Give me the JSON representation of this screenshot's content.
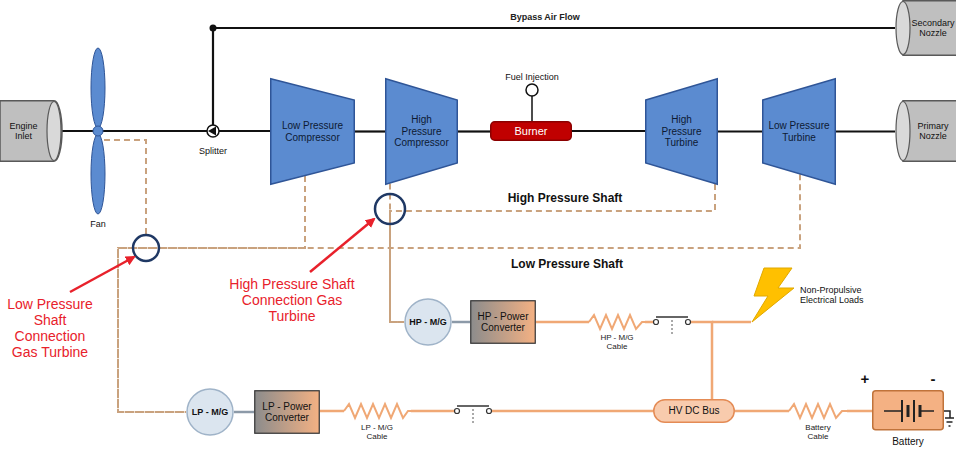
{
  "diagram": {
    "nodes": [
      {
        "text": [
          "Engine Inlet"
        ]
      },
      {
        "text": [
          "Low Pressure Compressor"
        ]
      },
      {
        "text": [
          "High Pressure Compressor"
        ]
      },
      {
        "text": [
          "Burner"
        ]
      },
      {
        "text": [
          "High Pressure Turbine"
        ]
      },
      {
        "text": [
          "Low Pressure Turbine"
        ]
      },
      {
        "text": [
          "Primary Nozzle"
        ]
      },
      {
        "text": [
          "Secondary Nozzle"
        ]
      },
      {
        "text": [
          "HP - M/G"
        ]
      },
      {
        "text": [
          "HP - Power Converter"
        ]
      },
      {
        "text": [
          "LP - M/G"
        ]
      },
      {
        "text": [
          "LP - Power Converter"
        ]
      },
      {
        "text": [
          "HV DC Bus"
        ]
      },
      {
        "text": [
          "Battery"
        ]
      }
    ],
    "edges": [
      {
        "from": 0,
        "to": 1,
        "arrow": "none"
      },
      {
        "from": 1,
        "to": 2,
        "arrow": "none"
      },
      {
        "from": 2,
        "to": 3,
        "arrow": "none"
      },
      {
        "from": 3,
        "to": 4,
        "arrow": "none"
      },
      {
        "from": 4,
        "to": 5,
        "arrow": "none"
      },
      {
        "from": 5,
        "to": 6,
        "arrow": "none"
      },
      {
        "from": 0,
        "to": 7,
        "label": "Bypass Air Flow",
        "arrow": "none"
      },
      {
        "from": 2,
        "to": 8,
        "arrow": "none"
      },
      {
        "from": 4,
        "to": 8,
        "arrow": "none"
      },
      {
        "from": 1,
        "to": 10,
        "arrow": "none"
      },
      {
        "from": 5,
        "to": 10,
        "arrow": "none"
      },
      {
        "from": 8,
        "to": 9,
        "arrow": "none"
      },
      {
        "from": 9,
        "to": 12,
        "label": "HP - M/G Cable",
        "arrow": "none"
      },
      {
        "from": 10,
        "to": 11,
        "arrow": "none"
      },
      {
        "from": 11,
        "to": 12,
        "label": "LP - M/G Cable",
        "arrow": "none"
      },
      {
        "from": 12,
        "to": 13,
        "label": "Battery Cable",
        "arrow": "none"
      }
    ],
    "labels": [
      "Fuel Injection",
      "Fan",
      "Splitter",
      "High Pressure Shaft",
      "Low Pressure Shaft",
      "Non-Propulsive Electrical Loads",
      "+",
      "-",
      "Low Pressure Shaft Connection Gas Turbine",
      "High Pressure Shaft Connection Gas Turbine"
    ]
  }
}
